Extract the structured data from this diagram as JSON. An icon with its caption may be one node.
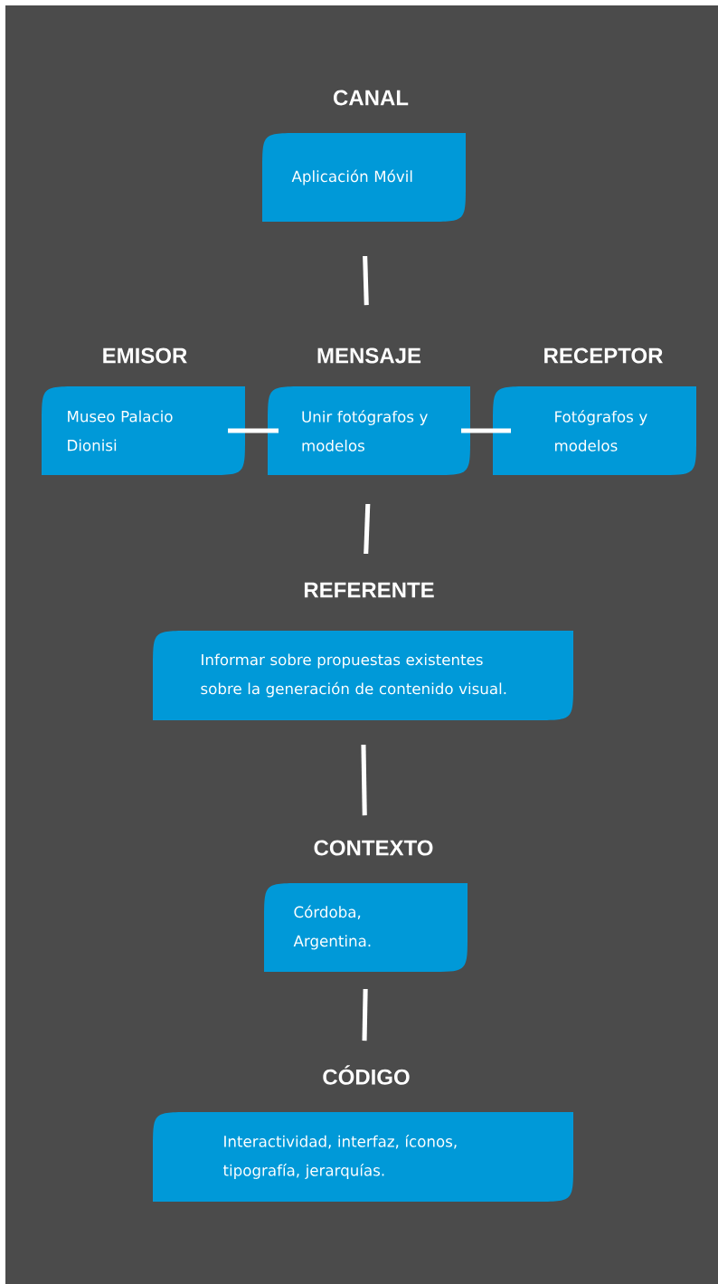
{
  "diagram": {
    "nodes": [
      {
        "text": [
          "CANAL",
          "Aplicación Móvil"
        ]
      },
      {
        "text": [
          "EMISOR",
          "Museo Palacio Dionisi"
        ]
      },
      {
        "text": [
          "MENSAJE",
          "Unir fotógrafos y modelos"
        ]
      },
      {
        "text": [
          "RECEPTOR",
          "Fotógrafos y modelos"
        ]
      },
      {
        "text": [
          "REFERENTE",
          "Informar sobre propuestas existentes sobre la generación de contenido visual."
        ]
      },
      {
        "text": [
          "CONTEXTO",
          "Córdoba, Argentina."
        ]
      },
      {
        "text": [
          "CÓDIGO",
          "Interactividad, interfaz, íconos, tipografía, jerarquías."
        ]
      }
    ],
    "edges": [
      {
        "from": 0,
        "to": 2,
        "arrow": "none"
      },
      {
        "from": 1,
        "to": 2,
        "arrow": "none"
      },
      {
        "from": 2,
        "to": 3,
        "arrow": "none"
      },
      {
        "from": 2,
        "to": 4,
        "arrow": "none"
      },
      {
        "from": 4,
        "to": 5,
        "arrow": "none"
      },
      {
        "from": 5,
        "to": 6,
        "arrow": "none"
      }
    ]
  }
}
